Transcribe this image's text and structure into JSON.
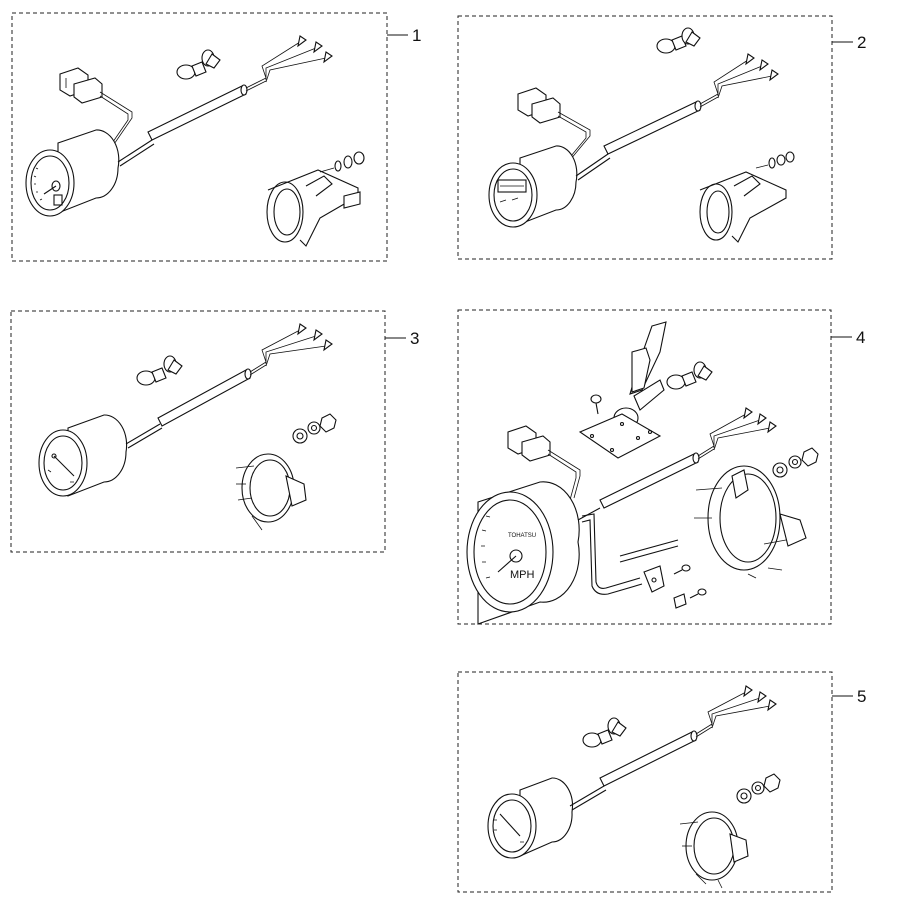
{
  "callouts": [
    {
      "number": "1"
    },
    {
      "number": "2"
    },
    {
      "number": "3"
    },
    {
      "number": "4"
    },
    {
      "number": "5"
    }
  ],
  "gauge_labels": {
    "speedometer_unit": "MPH",
    "speedometer_brand": "TOHATSU"
  }
}
